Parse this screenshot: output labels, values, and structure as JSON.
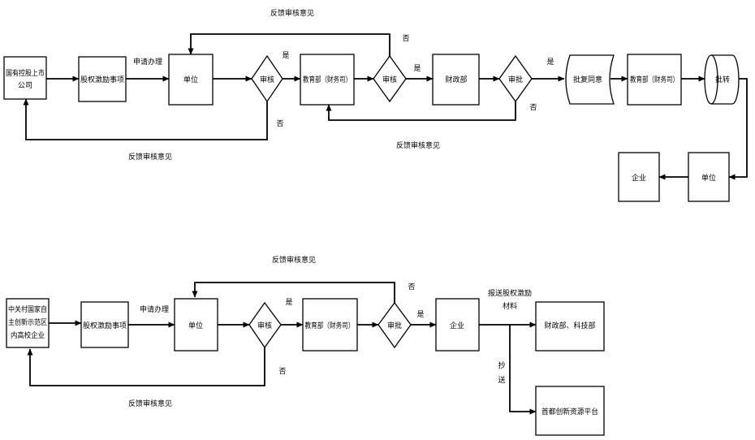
{
  "top": {
    "start_box": [
      "国有控股上市",
      "公司"
    ],
    "equity_matter": "股权激励事项",
    "apply_label": "申请办理",
    "unit": "单位",
    "review_1": "审核",
    "yes_1": "是",
    "moe_finance_1": "教育部（财务司）",
    "review_2": "审核",
    "yes_2": "是",
    "mof": "财政部",
    "approve": "审批",
    "yes_3": "是",
    "approval_granted": "批复同意",
    "moe_finance_2": "教育部（财务司）",
    "forward": "批转",
    "unit_2": "单位",
    "enterprise": "企业",
    "no_1": "否",
    "feedback_1": "反馈审核意见",
    "no_2": "否",
    "feedback_2": "反馈审核意见",
    "no_3": "否",
    "feedback_3": "反馈审核意见"
  },
  "bottom": {
    "start_box": [
      "中关村国家自",
      "主创新示范区",
      "内高校企业"
    ],
    "equity_matter": "股权激励事项",
    "apply_label": "申请办理",
    "unit": "单位",
    "review": "审核",
    "yes_1": "是",
    "moe_finance": "教育部（财务司）",
    "approve": "审批",
    "yes_2": "是",
    "enterprise": "企业",
    "submit_label": [
      "报送股权激励",
      "材料"
    ],
    "mof_most": "财政部、科技部",
    "cc_label": [
      "抄",
      "送"
    ],
    "innovation_platform": "首都创新资源平台",
    "no_1": "否",
    "feedback_1": "反馈审核意见",
    "no_2": "否",
    "feedback_2": "反馈审核意见"
  }
}
